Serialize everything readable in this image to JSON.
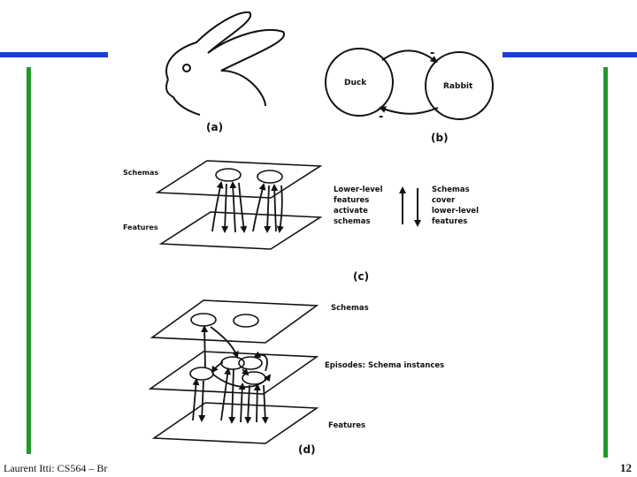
{
  "slide": {
    "footer": "Laurent Itti: CS564 – Br",
    "page_number": "12",
    "colors": {
      "accent_blue": "#1a3fd6",
      "accent_green": "#1f9a2a"
    }
  },
  "panel_a": {
    "label": "(a)"
  },
  "panel_b": {
    "label": "(b)",
    "node_left": "Duck",
    "node_right": "Rabbit",
    "sign_top": "-",
    "sign_bottom": "-"
  },
  "panel_c": {
    "label": "(c)",
    "plane_top": "Schemas",
    "plane_bottom": "Features",
    "left_text": [
      "Lower-level",
      "features",
      "activate",
      "schemas"
    ],
    "right_text": [
      "Schemas",
      "cover",
      "lower-level",
      "features"
    ]
  },
  "panel_d": {
    "label": "(d)",
    "plane_top": "Schemas",
    "plane_middle": "Episodes: Schema instances",
    "plane_bottom": "Features"
  }
}
